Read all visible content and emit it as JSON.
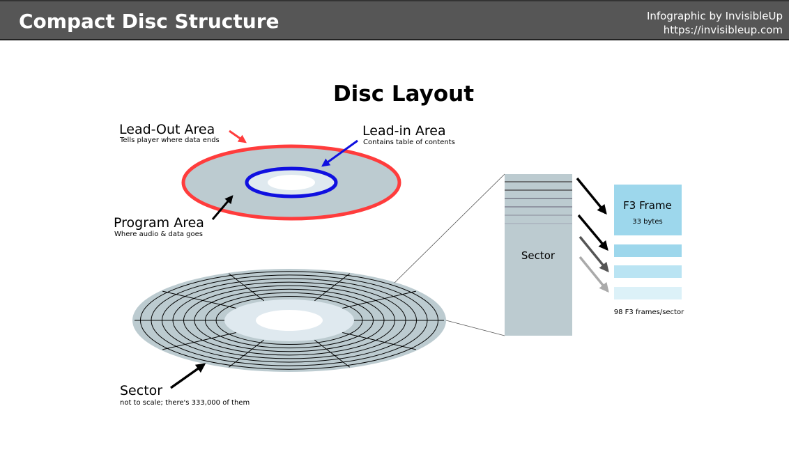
{
  "header": {
    "title": "Compact Disc Structure",
    "credit_line1": "Infographic by InvisibleUp",
    "credit_line2": "https://invisibleup.com"
  },
  "diagram": {
    "title": "Disc Layout",
    "lead_out": {
      "label": "Lead-Out Area",
      "desc": "Tells player where data ends",
      "color": "#ff3c3c"
    },
    "lead_in": {
      "label": "Lead-in Area",
      "desc": "Contains table of contents",
      "color": "#1010e0"
    },
    "program": {
      "label": "Program Area",
      "desc": "Where audio & data goes"
    },
    "sector": {
      "label": "Sector",
      "desc": "not to scale; there's 333,000 of them"
    },
    "sector_box": {
      "label": "Sector"
    },
    "frame": {
      "label": "F3 Frame",
      "size": "33 bytes",
      "count": "98 F3 frames/sector"
    }
  }
}
